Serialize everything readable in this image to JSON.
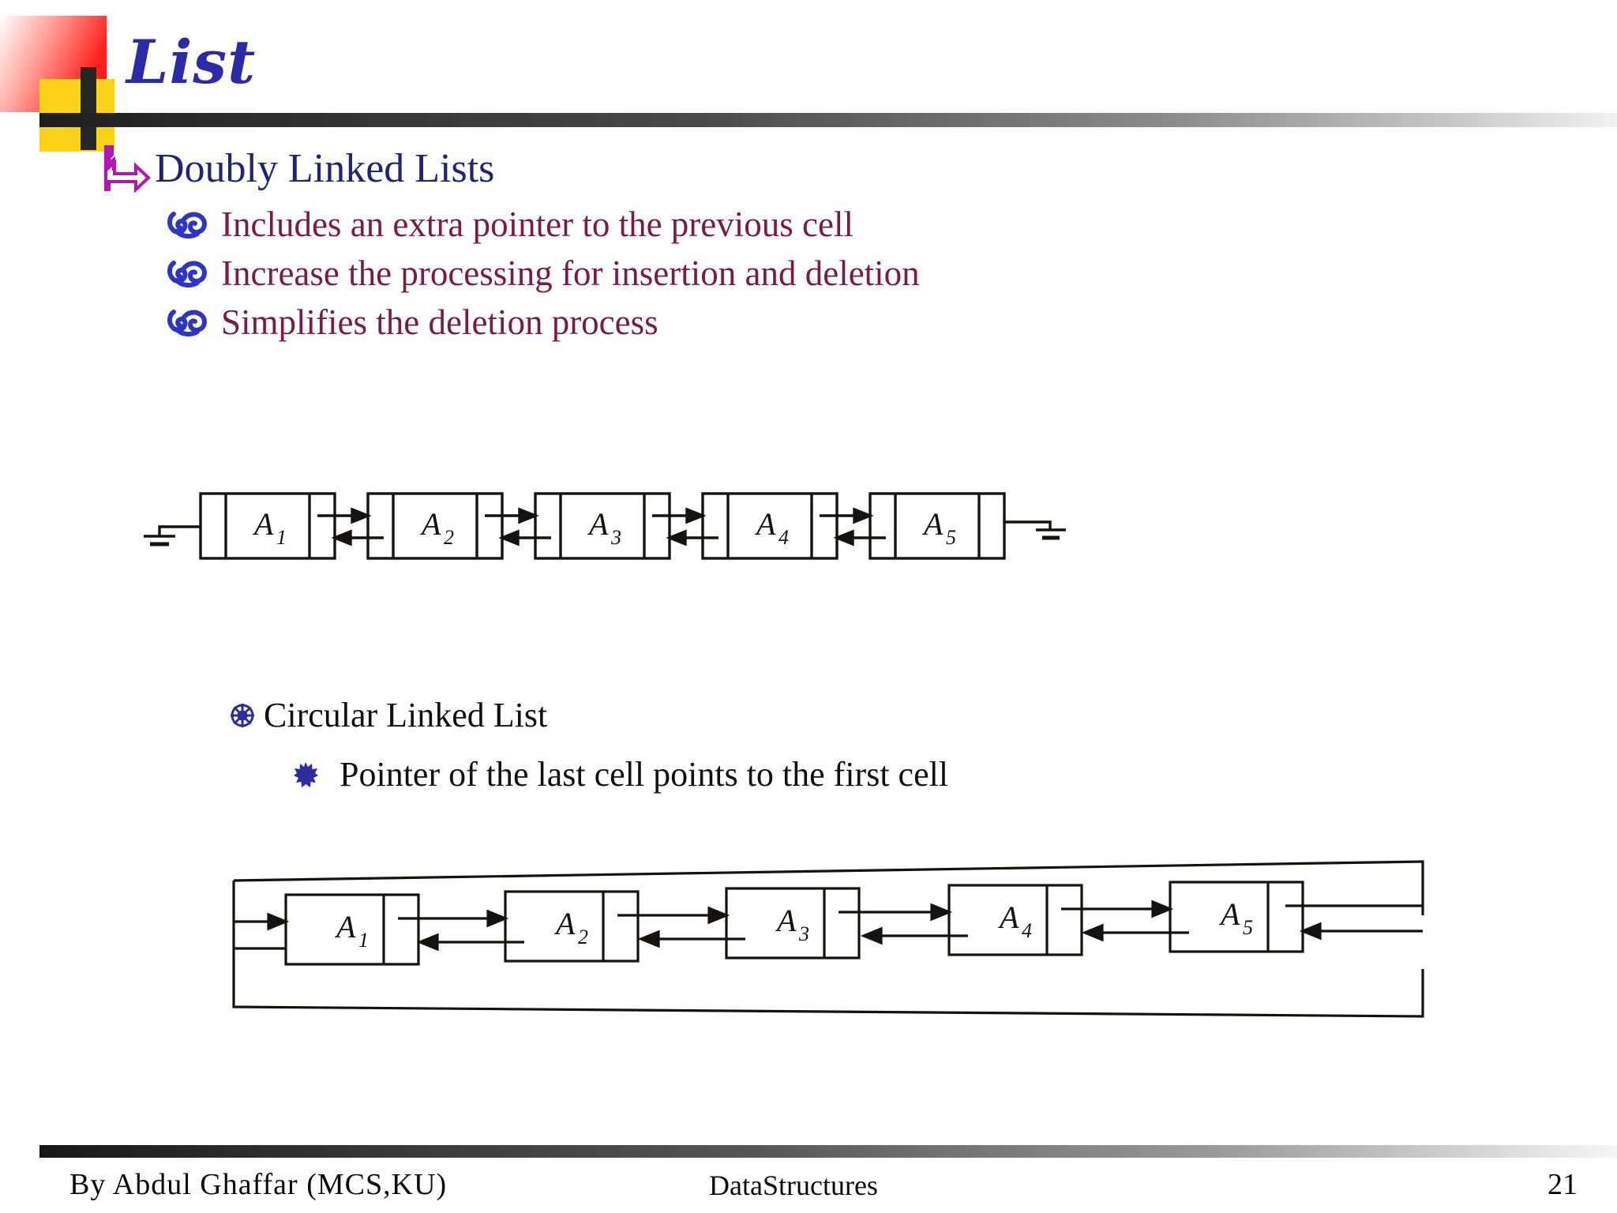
{
  "slide": {
    "title": "List",
    "page_number": "21",
    "background_color": "#ffffff",
    "title_color": "#2B2BA8",
    "accent_red": "#FF231E",
    "accent_yellow": "#FFD21A",
    "accent_dark": "#262626"
  },
  "content": {
    "heading": {
      "label": "Doubly Linked Lists",
      "bullet_icon": "arrow-bullet-icon",
      "color": "#1E2478"
    },
    "bullets": [
      {
        "label": "Includes an extra pointer to the previous cell",
        "bullet_icon": "swirl-bullet-icon"
      },
      {
        "label": "Increase the processing for insertion and deletion",
        "bullet_icon": "swirl-bullet-icon"
      },
      {
        "label": "Simplifies the deletion process",
        "bullet_icon": "swirl-bullet-icon"
      }
    ],
    "bullets_color": "#7A1A47",
    "circular": {
      "heading": "Circular Linked List",
      "heading_icon": "wheel-bullet-icon",
      "sub": "Pointer of the last cell points to the first cell",
      "sub_icon": "star-bullet-icon",
      "color": "#101010"
    }
  },
  "diagrams": {
    "doubly_linked_list": {
      "caption": "",
      "type": "doubly-linked-list",
      "nodes": [
        "A1",
        "A2",
        "A3",
        "A4",
        "A5"
      ],
      "node_labels": [
        {
          "base": "A",
          "sub": "1"
        },
        {
          "base": "A",
          "sub": "2"
        },
        {
          "base": "A",
          "sub": "3"
        },
        {
          "base": "A",
          "sub": "4"
        },
        {
          "base": "A",
          "sub": "5"
        }
      ],
      "head_terminator": "ground-null-symbol",
      "tail_terminator": "ground-null-symbol",
      "forward_arrows": 4,
      "backward_arrows": 4
    },
    "circular_linked_list": {
      "caption": "",
      "type": "circular-doubly-linked-list",
      "nodes": [
        "A1",
        "A2",
        "A3",
        "A4",
        "A5"
      ],
      "node_labels": [
        {
          "base": "A",
          "sub": "1"
        },
        {
          "base": "A",
          "sub": "2"
        },
        {
          "base": "A",
          "sub": "3"
        },
        {
          "base": "A",
          "sub": "4"
        },
        {
          "base": "A",
          "sub": "5"
        }
      ],
      "wrap_top": "last-to-first-link",
      "wrap_bottom": "first-to-last-link",
      "forward_arrows": 4,
      "backward_arrows": 4
    }
  },
  "footer": {
    "author": "By  Abdul  Ghaffar  (MCS,KU)",
    "course": "DataStructures",
    "page": "21"
  }
}
